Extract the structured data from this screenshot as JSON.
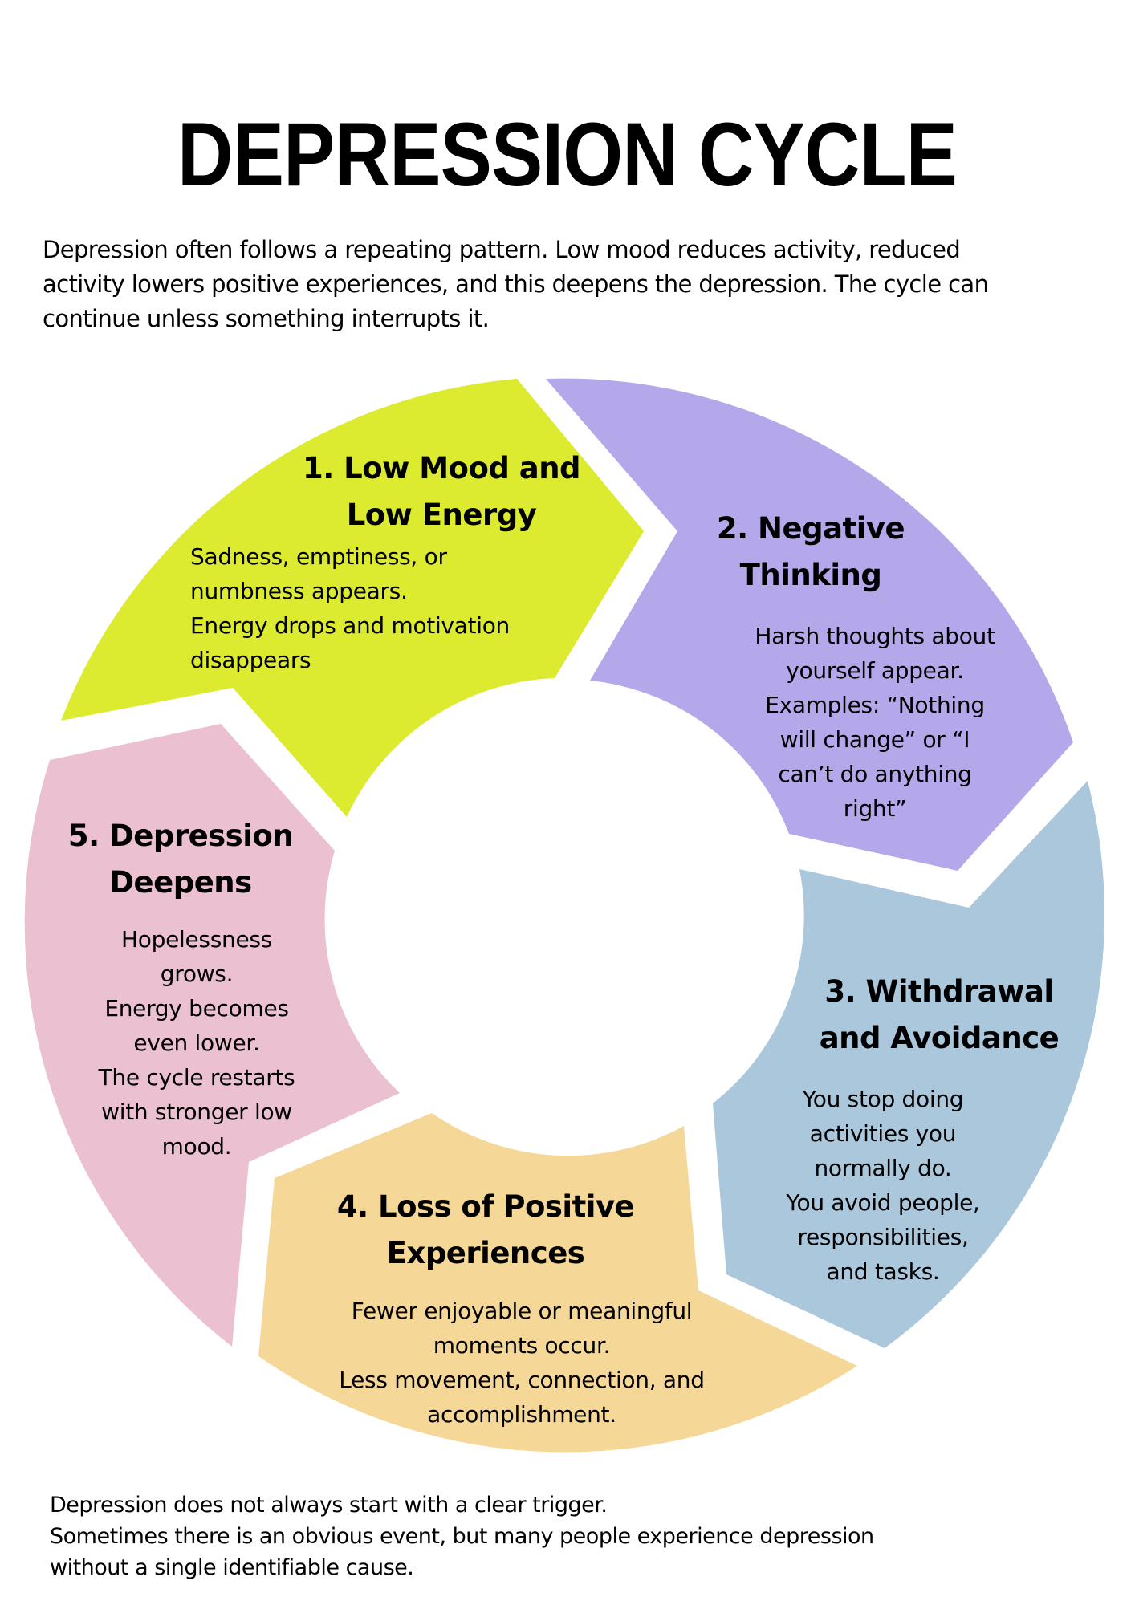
{
  "title": "DEPRESSION CYCLE",
  "intro": [
    "Depression often follows a repeating pattern. Low mood reduces activity, reduced",
    "activity lowers positive experiences, and this deepens the depression. The cycle can",
    "continue unless something interrupts it."
  ],
  "colors": {
    "low_mood": "#DCEB2F",
    "negative_thinking": "#B4A8EA",
    "withdrawal": "#ABC7DC",
    "loss_positive": "#F5D898",
    "depression_deepens": "#EBC0D0"
  },
  "segments": [
    {
      "id": "low-mood",
      "title": [
        "1. Low Mood and",
        "Low Energy"
      ],
      "body": [
        "Sadness, emptiness, or",
        "numbness appears.",
        "Energy drops and motivation",
        "disappears"
      ]
    },
    {
      "id": "negative-thinking",
      "title": [
        "2. Negative",
        "Thinking"
      ],
      "body": [
        "Harsh thoughts about",
        "yourself appear.",
        "Examples: “Nothing",
        "will change” or “I",
        "can’t do anything",
        "right”"
      ]
    },
    {
      "id": "withdrawal",
      "title": [
        "3. Withdrawal",
        "and Avoidance"
      ],
      "body": [
        "You stop doing",
        "activities you",
        "normally do.",
        "You avoid people,",
        "responsibilities,",
        "and tasks."
      ]
    },
    {
      "id": "loss-positive",
      "title": [
        "4. Loss of Positive",
        "Experiences"
      ],
      "body": [
        "Fewer enjoyable or meaningful",
        "moments occur.",
        "Less movement, connection, and",
        "accomplishment."
      ]
    },
    {
      "id": "depression-deepens",
      "title": [
        "5. Depression",
        "Deepens"
      ],
      "body": [
        "Hopelessness",
        "grows.",
        "Energy becomes",
        "even lower.",
        "The cycle restarts",
        "with stronger low",
        "mood."
      ]
    }
  ],
  "footer": [
    "Depression does not always start with a clear trigger.",
    "Sometimes there is an obvious event, but many people experience depression",
    "without a single identifiable cause."
  ]
}
